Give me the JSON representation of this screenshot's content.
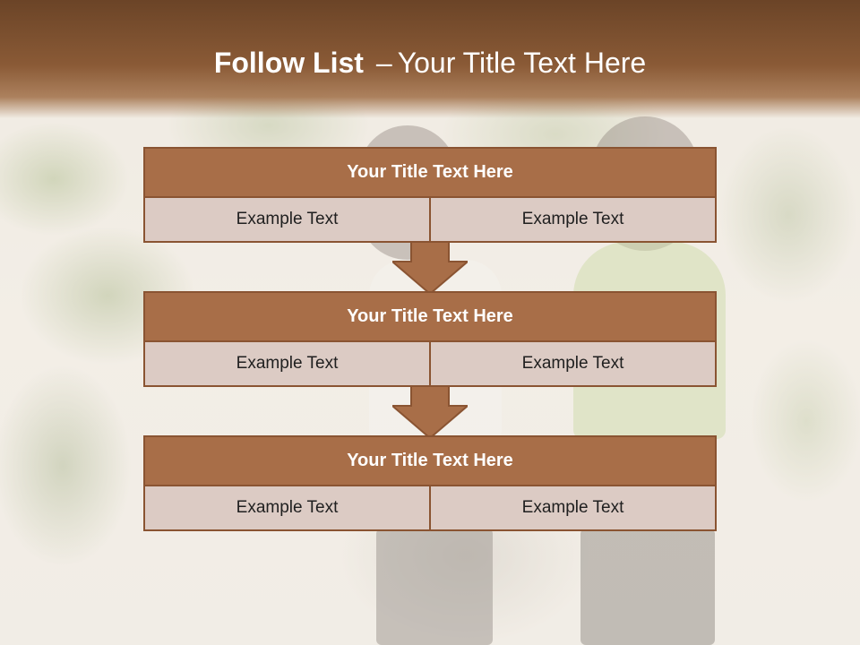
{
  "slide": {
    "title_strong": "Follow List",
    "title_separator": "–",
    "title_rest": "Your Title Text Here"
  },
  "blocks": [
    {
      "title": "Your Title Text Here",
      "cells": [
        "Example Text",
        "Example Text"
      ]
    },
    {
      "title": "Your Title Text Here",
      "cells": [
        "Example Text",
        "Example Text"
      ]
    },
    {
      "title": "Your Title Text Here",
      "cells": [
        "Example Text",
        "Example Text"
      ]
    }
  ],
  "colors": {
    "header": "#8a5a36",
    "block_title": "#a86e48",
    "block_cell": "#dccbc4",
    "border": "#8a5432",
    "arrow": "#a86e48"
  }
}
